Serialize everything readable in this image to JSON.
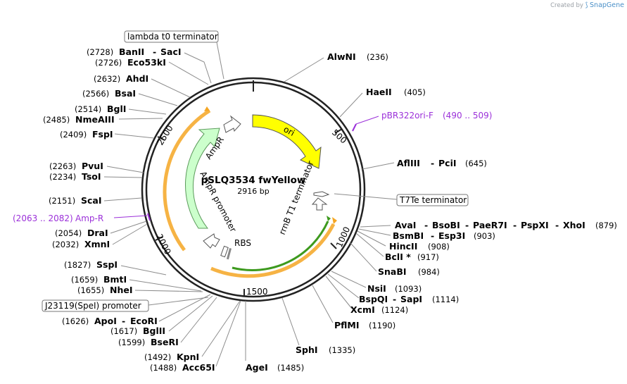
{
  "watermark": {
    "prefix": "Created by",
    "brand": "SnapGene"
  },
  "plasmid": {
    "name": "pSLQ3534 fwYellow",
    "length_label": "2916 bp",
    "length_bp": 2916
  },
  "ticks": [
    "500",
    "1000",
    "1500",
    "2000",
    "2500"
  ],
  "features": {
    "ori": "ori",
    "AmpR": "AmpR",
    "AmpR_promoter": "AmpR promoter",
    "rrnB_T1": "rrnB T1 terminator",
    "RBS": "RBS"
  },
  "boxed": {
    "lambda": "lambda t0 terminator",
    "t7te": "T7Te terminator",
    "j23119": "J23119(SpeI) promoter"
  },
  "sites_right": {
    "AlwNI": {
      "name": "AlwNI",
      "pos": "(236)"
    },
    "HaeII": {
      "name": "HaeII",
      "pos": "(405)"
    },
    "AflIII": {
      "name": "AflIII",
      "sep": "-",
      "name2": "PciI",
      "pos": "(645)"
    },
    "AvaI": {
      "n1": "AvaI",
      "n2": "BsoBI",
      "n3": "PaeR7I",
      "n4": "PspXI",
      "n5": "XhoI",
      "sep": "-",
      "pos": "(879)"
    },
    "BsmBI": {
      "name": "BsmBI",
      "sep": "-",
      "name2": "Esp3I",
      "pos": "(903)"
    },
    "HincII": {
      "name": "HincII",
      "pos": "(908)"
    },
    "BclI": {
      "name": "BclI *",
      "pos": "(917)"
    },
    "SnaBI": {
      "name": "SnaBI",
      "pos": "(984)"
    },
    "NsiI": {
      "name": "NsiI",
      "pos": "(1093)"
    },
    "BspQI": {
      "name": "BspQI",
      "sep": "-",
      "name2": "SapI",
      "pos": "(1114)"
    },
    "XcmI": {
      "name": "XcmI",
      "pos": "(1124)"
    },
    "PflMI": {
      "name": "PflMI",
      "pos": "(1190)"
    },
    "SphI": {
      "name": "SphI",
      "pos": "(1335)"
    },
    "AgeI": {
      "name": "AgeI",
      "pos": "(1485)"
    }
  },
  "sites_left": {
    "BanII": {
      "pos": "(2728)",
      "name": "BanII",
      "sep": "-",
      "name2": "SacI"
    },
    "Eco53kI": {
      "pos": "(2726)",
      "name": "Eco53kI"
    },
    "AhdI": {
      "pos": "(2632)",
      "name": "AhdI"
    },
    "BsaI": {
      "pos": "(2566)",
      "name": "BsaI"
    },
    "BglI": {
      "pos": "(2514)",
      "name": "BglI"
    },
    "NmeAIII": {
      "pos": "(2485)",
      "name": "NmeAIII"
    },
    "FspI": {
      "pos": "(2409)",
      "name": "FspI"
    },
    "PvuI": {
      "pos": "(2263)",
      "name": "PvuI"
    },
    "TsoI": {
      "pos": "(2234)",
      "name": "TsoI"
    },
    "ScaI": {
      "pos": "(2151)",
      "name": "ScaI"
    },
    "DraI": {
      "pos": "(2054)",
      "name": "DraI"
    },
    "XmnI": {
      "pos": "(2032)",
      "name": "XmnI"
    },
    "SspI": {
      "pos": "(1827)",
      "name": "SspI"
    },
    "BmtI": {
      "pos": "(1659)",
      "name": "BmtI"
    },
    "NheI": {
      "pos": "(1655)",
      "name": "NheI"
    },
    "ApoI": {
      "pos": "(1626)",
      "name": "ApoI",
      "sep": "-",
      "name2": "EcoRI"
    },
    "BglII": {
      "pos": "(1617)",
      "name": "BglII"
    },
    "BseRI": {
      "pos": "(1599)",
      "name": "BseRI"
    },
    "KpnI": {
      "pos": "(1492)",
      "name": "KpnI"
    },
    "Acc65I": {
      "pos": "(1488)",
      "name": "Acc65I"
    }
  },
  "primers": {
    "pBR322ori": {
      "name": "pBR322ori-F",
      "range": "(490 .. 509)"
    },
    "AmpR": {
      "range": "(2063 .. 2082)",
      "name": "Amp-R"
    }
  },
  "colors": {
    "backbone": "#222222",
    "ori": "#ffff00",
    "amp": "#ccffcc",
    "amp_stroke": "#5a9a5a",
    "orange_arc": "#f5a623",
    "green_arc": "#3d9a1e",
    "primer": "#9b30d9"
  }
}
